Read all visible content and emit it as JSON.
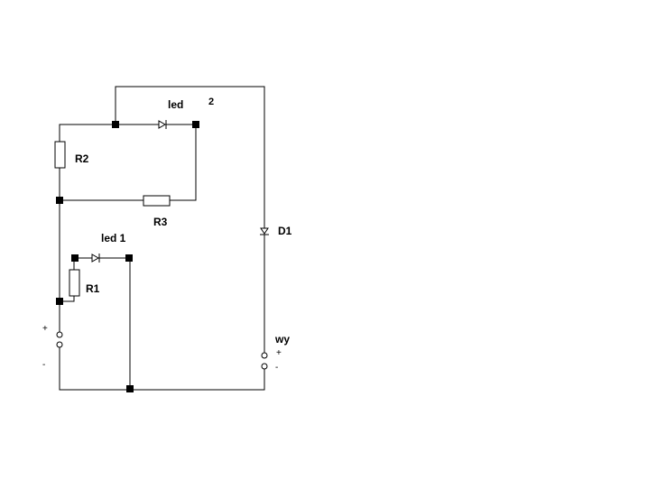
{
  "labels": {
    "led2": "led",
    "led2_num": "2",
    "r2": "R2",
    "r3": "R3",
    "d1": "D1",
    "led1": "led 1",
    "r1": "R1",
    "left_plus": "+",
    "left_minus": "-",
    "wy": "wy",
    "right_plus": "+",
    "right_minus": "-"
  },
  "colors": {
    "line": "#000000",
    "background": "#ffffff"
  }
}
